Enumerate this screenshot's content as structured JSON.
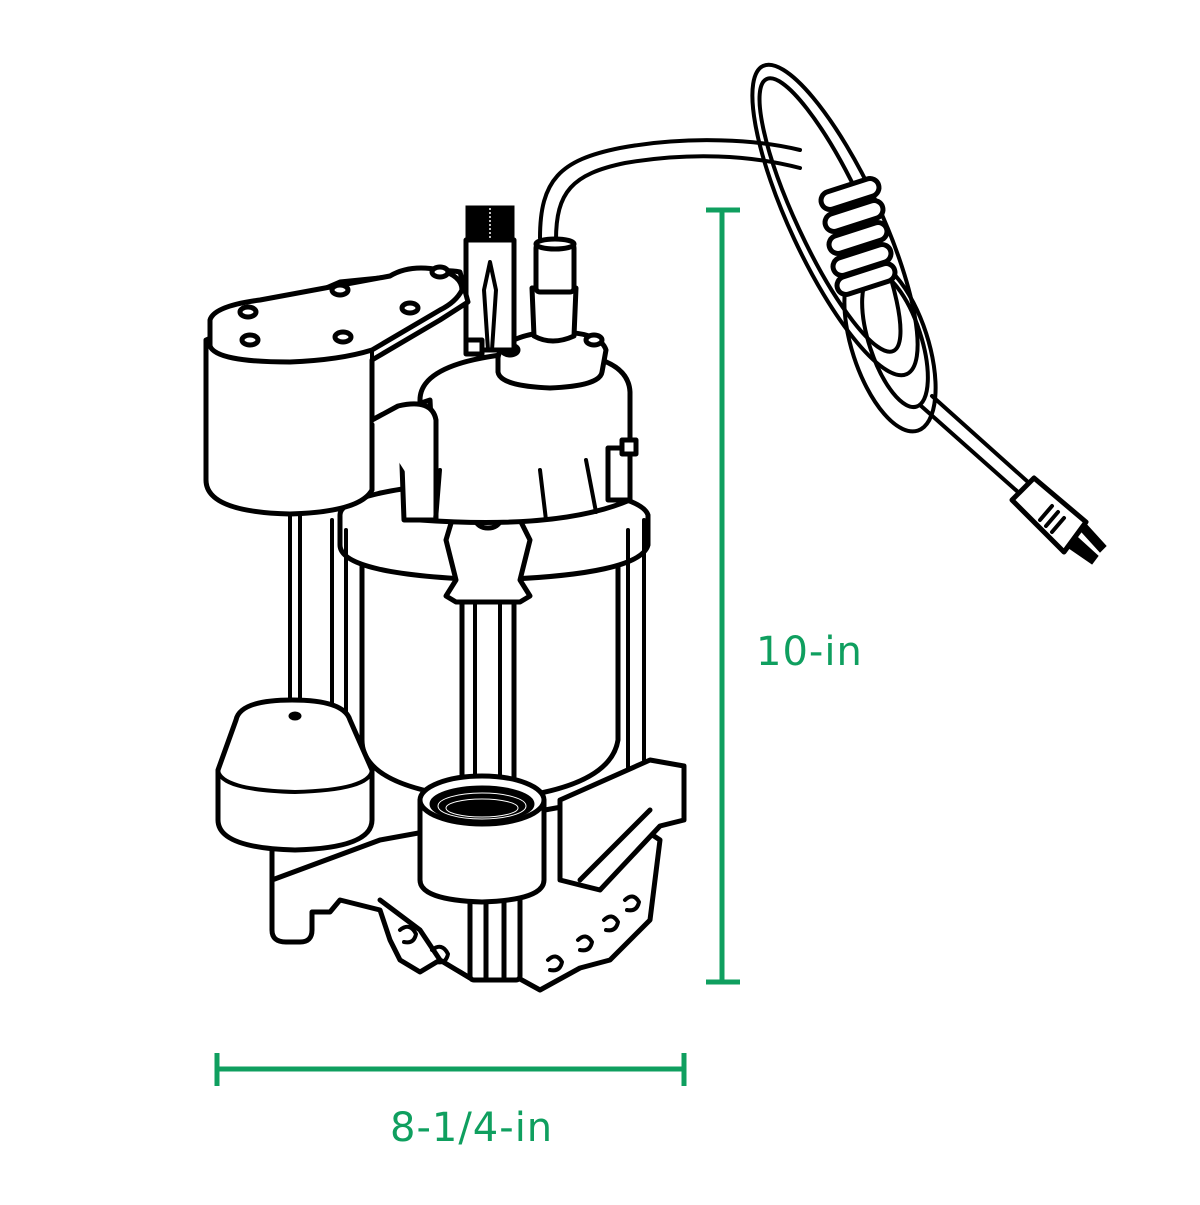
{
  "figure": {
    "subject": "sump-pump-line-drawing",
    "background": "#ffffff",
    "line_color": "#000000"
  },
  "dimensions": {
    "color": "#0F9F5F",
    "height": {
      "label": "10-in",
      "orientation": "vertical"
    },
    "width": {
      "label": "8-1/4-in",
      "orientation": "horizontal"
    }
  },
  "parts": {
    "switch_housing": "vertical-float-switch-housing",
    "float": "float-ball",
    "float_rod": "float-rod",
    "motor": "motor-housing",
    "discharge": "discharge-outlet",
    "vent": "air-vent-valve",
    "cord": "coiled-power-cord",
    "plug": "three-prong-plug",
    "base": "pump-base-intake"
  }
}
